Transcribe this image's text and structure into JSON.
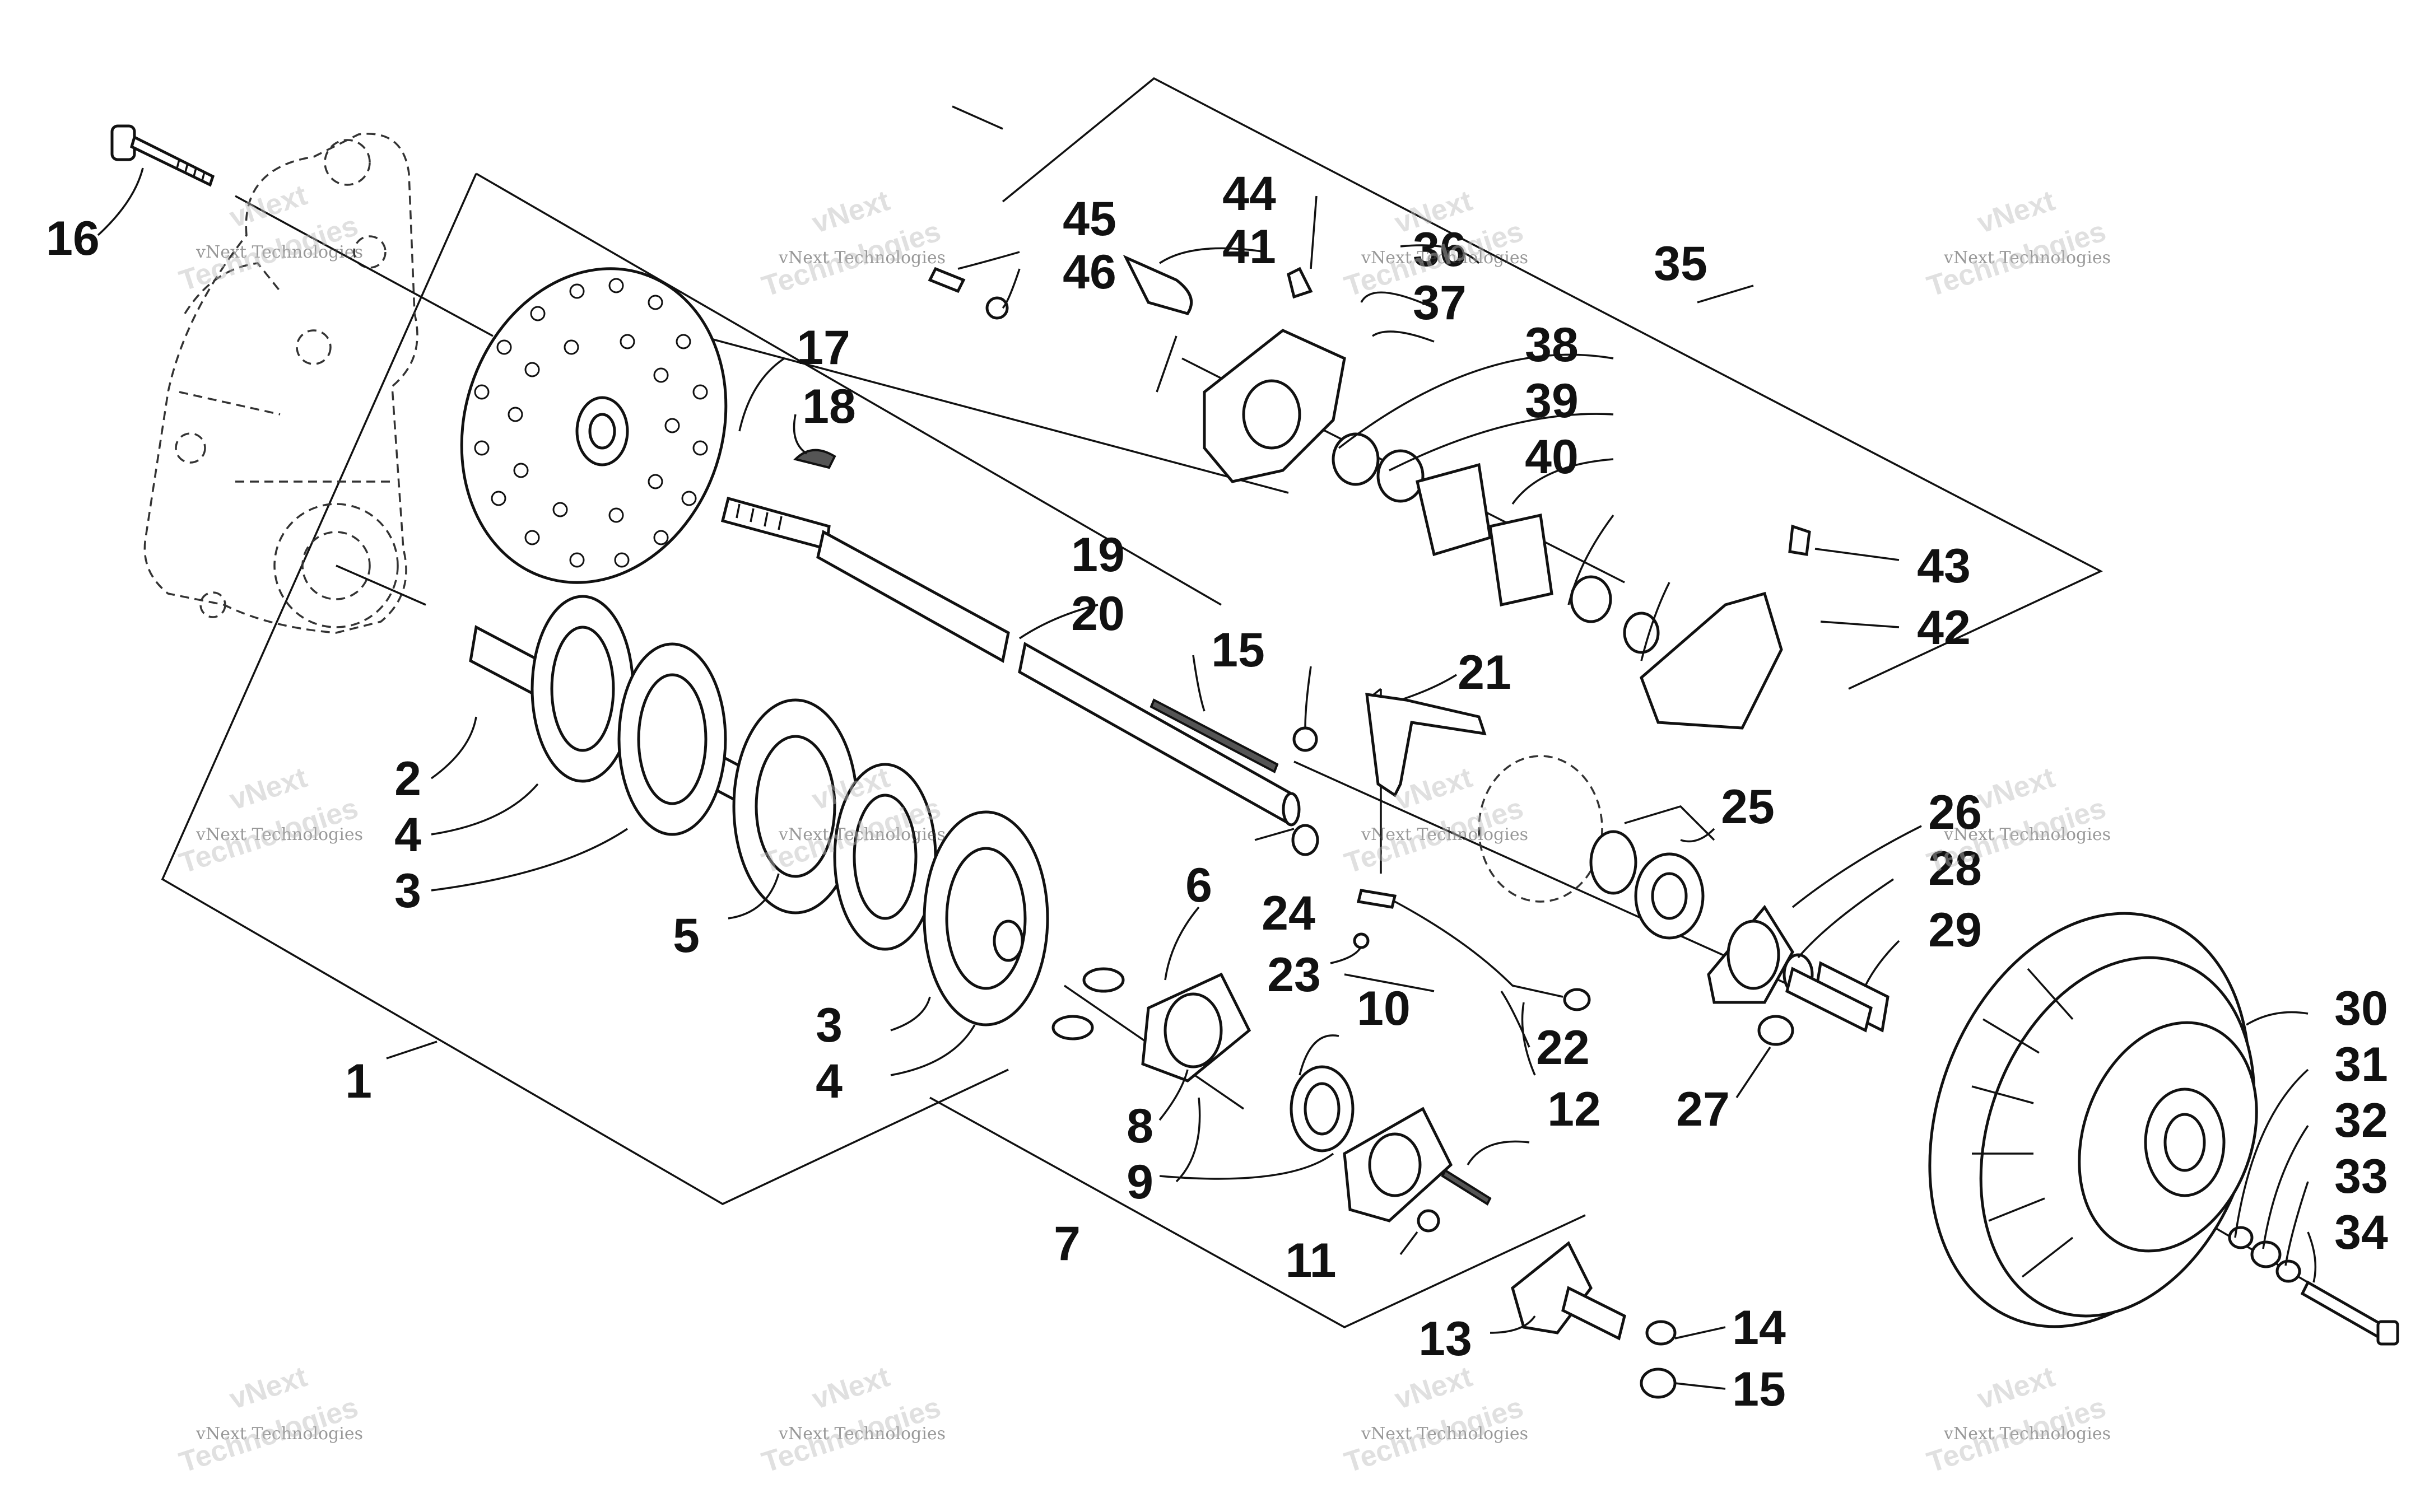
{
  "callouts": [
    {
      "num": "1"
    },
    {
      "num": "2"
    },
    {
      "num": "3"
    },
    {
      "num": "3"
    },
    {
      "num": "4"
    },
    {
      "num": "4"
    },
    {
      "num": "5"
    },
    {
      "num": "6"
    },
    {
      "num": "7"
    },
    {
      "num": "8"
    },
    {
      "num": "9"
    },
    {
      "num": "10"
    },
    {
      "num": "11"
    },
    {
      "num": "12"
    },
    {
      "num": "13"
    },
    {
      "num": "14"
    },
    {
      "num": "15"
    },
    {
      "num": "15"
    },
    {
      "num": "16"
    },
    {
      "num": "17"
    },
    {
      "num": "18"
    },
    {
      "num": "19"
    },
    {
      "num": "20"
    },
    {
      "num": "21"
    },
    {
      "num": "22"
    },
    {
      "num": "23"
    },
    {
      "num": "24"
    },
    {
      "num": "25"
    },
    {
      "num": "26"
    },
    {
      "num": "27"
    },
    {
      "num": "28"
    },
    {
      "num": "29"
    },
    {
      "num": "30"
    },
    {
      "num": "31"
    },
    {
      "num": "32"
    },
    {
      "num": "33"
    },
    {
      "num": "34"
    },
    {
      "num": "35"
    },
    {
      "num": "36"
    },
    {
      "num": "37"
    },
    {
      "num": "38"
    },
    {
      "num": "39"
    },
    {
      "num": "40"
    },
    {
      "num": "41"
    },
    {
      "num": "42"
    },
    {
      "num": "43"
    },
    {
      "num": "44"
    },
    {
      "num": "45"
    },
    {
      "num": "46"
    }
  ],
  "watermark": {
    "line1": "vNext Technologies",
    "line2": "vNext",
    "line3": "Technologies"
  }
}
